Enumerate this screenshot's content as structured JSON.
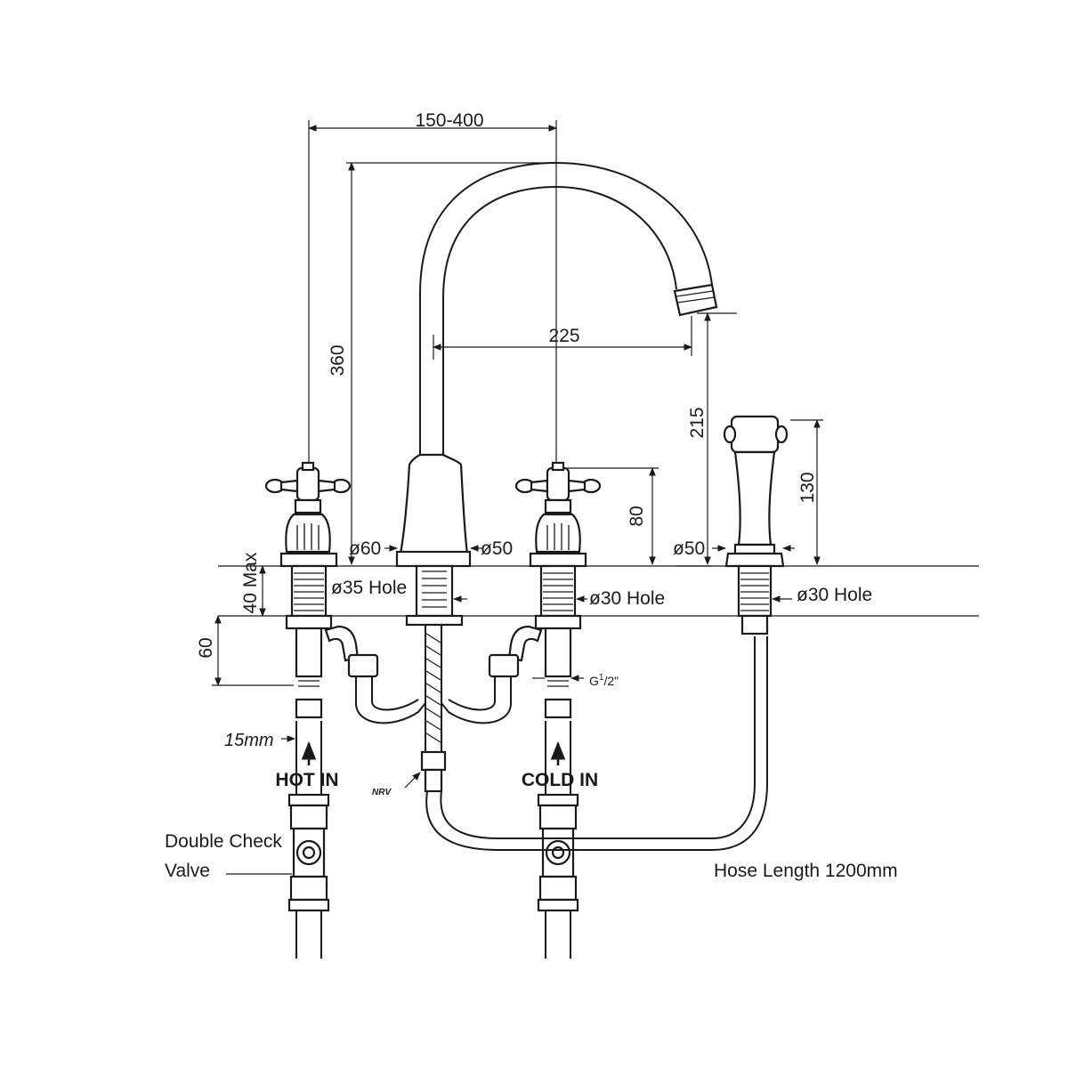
{
  "diagram": {
    "dimensions": {
      "spread": "150-400",
      "height_total": "360",
      "spout_reach": "225",
      "spout_height": "215",
      "handle_height": "80",
      "spray_height": "130",
      "deck_thickness": "40 Max",
      "tail_length": "60",
      "base_hot": "ø60",
      "base_cold": "ø50",
      "base_spray": "ø50",
      "hole_center": "ø35 Hole",
      "hole_cold": "ø30 Hole",
      "hole_spray": "ø30 Hole",
      "pipe": "15mm",
      "thread_main": "G",
      "thread_sup": "1",
      "thread_sub": "/2\""
    },
    "labels": {
      "hot_in": "HOT IN",
      "cold_in": "COLD IN",
      "nrv": "NRV",
      "valve_line1": "Double Check",
      "valve_line2": "Valve",
      "hose": "Hose Length 1200mm"
    }
  }
}
